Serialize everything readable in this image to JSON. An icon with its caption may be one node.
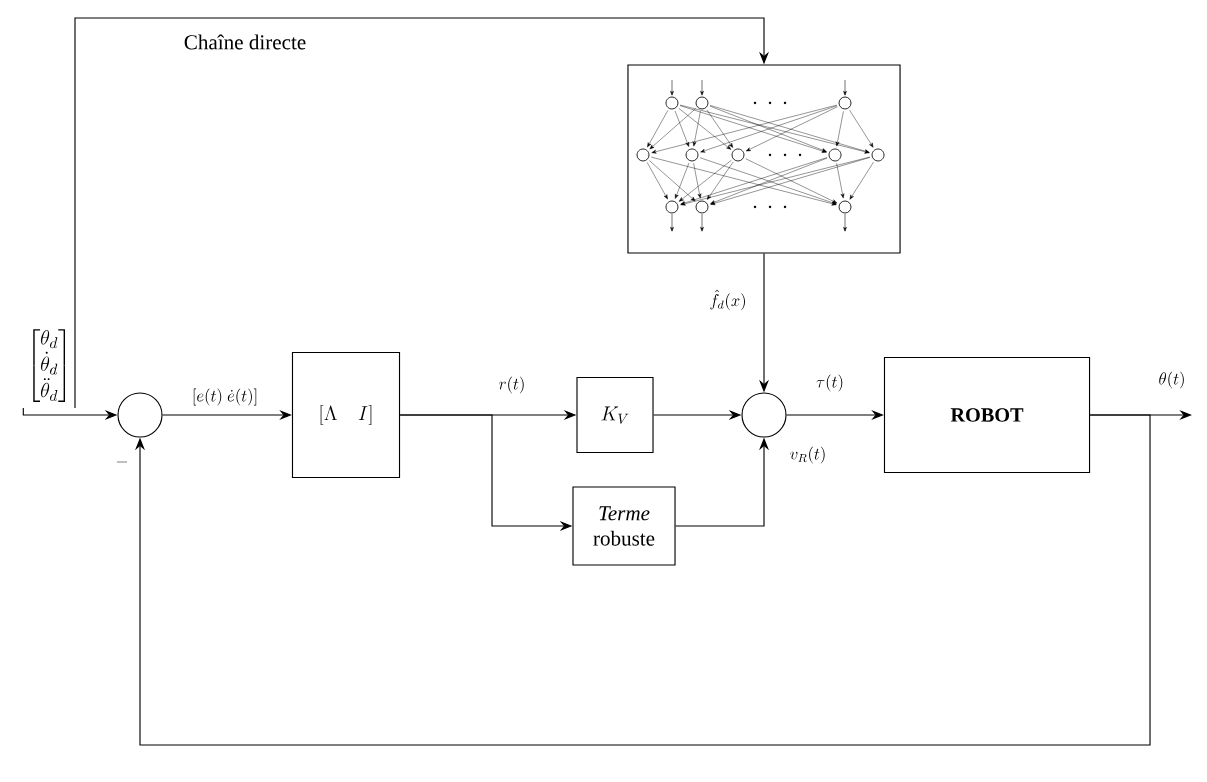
{
  "diagram": {
    "nodes": [
      {
        "text": [
          "\\begin{bmatrix}\\theta_d\\\\ \\dot{\\theta}_d\\\\ \\ddot{\\theta}_d\\end{bmatrix}"
        ]
      },
      {
        "text": [],
        "shape": "circle"
      },
      {
        "text": [
          "[\\Lambda\\quad I]"
        ]
      },
      {
        "text": [
          "K_V"
        ]
      },
      {
        "text": [],
        "shape": "picture"
      },
      {
        "text": [],
        "shape": "circle"
      },
      {
        "text": [
          "ROBOT"
        ]
      },
      {
        "text": [
          "*Terme* robuste"
        ]
      }
    ],
    "edges": [
      {
        "from": 0,
        "to": 1,
        "arrow": "to"
      },
      {
        "from": 0,
        "to": 4,
        "arrow": "to",
        "label": "Chaîne directe"
      },
      {
        "from": 1,
        "to": 2,
        "arrow": "to",
        "label": "[e(t)\\ \\dot{e}(t)]"
      },
      {
        "from": 2,
        "to": 3,
        "arrow": "to",
        "label": "r(t)"
      },
      {
        "from": 2,
        "to": 7,
        "arrow": "to"
      },
      {
        "from": 3,
        "to": 5,
        "arrow": "to"
      },
      {
        "from": 4,
        "to": 5,
        "arrow": "to",
        "label": "\\hat{f}_d(x)"
      },
      {
        "from": 7,
        "to": 5,
        "arrow": "to",
        "label": "v_R(t)"
      },
      {
        "from": 5,
        "to": 6,
        "arrow": "to",
        "label": "\\tau(t)"
      },
      {
        "from": 6,
        "to": null,
        "arrow": "to",
        "label": "\\theta(t)"
      },
      {
        "from": 6,
        "to": 1,
        "arrow": "to",
        "label": "-"
      }
    ]
  }
}
